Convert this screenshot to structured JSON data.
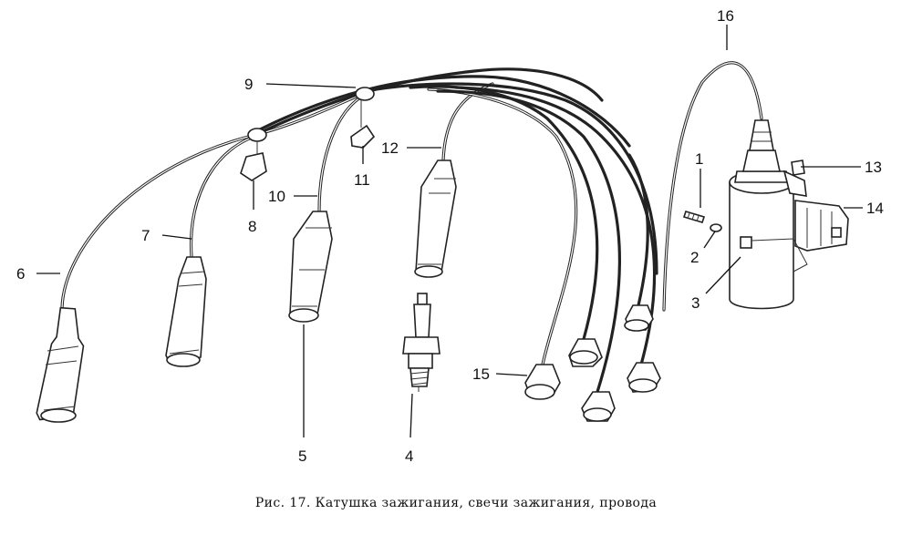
{
  "diagram": {
    "caption": "Рис. 17. Катушка зажигания, свечи зажигания, провода",
    "callouts": [
      "1",
      "2",
      "3",
      "4",
      "5",
      "6",
      "7",
      "8",
      "9",
      "10",
      "11",
      "12",
      "13",
      "14",
      "15",
      "16"
    ]
  }
}
